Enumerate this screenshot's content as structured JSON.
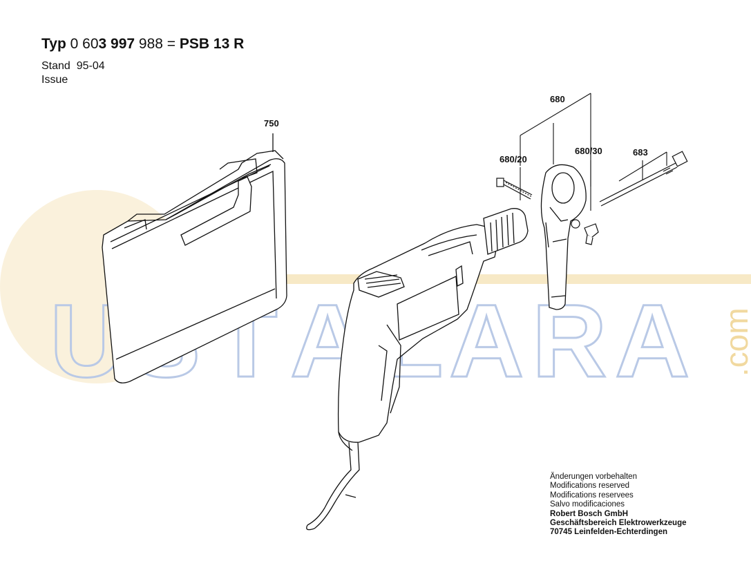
{
  "header": {
    "typ_label": "Typ",
    "part_number_prefix": "0 60",
    "part_number_bold1": "3 997",
    "part_number_suffix": " 988",
    "equals": "=",
    "model": "PSB 13 R",
    "stand_label": "Stand",
    "stand_value": "95-04",
    "issue_label": "Issue"
  },
  "callouts": {
    "case": "750",
    "handle_assembly": "680",
    "bolt": "680/20",
    "wing_nut": "680/30",
    "depth_stop": "683"
  },
  "watermark": {
    "letters": [
      "U",
      "S",
      "T",
      "A",
      "L",
      "A",
      "R",
      "A"
    ],
    "suffix": ".com"
  },
  "footer": {
    "line1": "Änderungen vorbehalten",
    "line2": "Modifications reserved",
    "line3": "Modifications reservees",
    "line4": "Salvo modificaciones",
    "company": "Robert Bosch GmbH",
    "division": "Geschäftsbereich Elektrowerkzeuge",
    "address": "70745 Leinfelden-Echterdingen"
  },
  "colors": {
    "watermark_blue": "#b9c9e6",
    "watermark_orange": "#f1d9a0",
    "line": "#111111"
  }
}
